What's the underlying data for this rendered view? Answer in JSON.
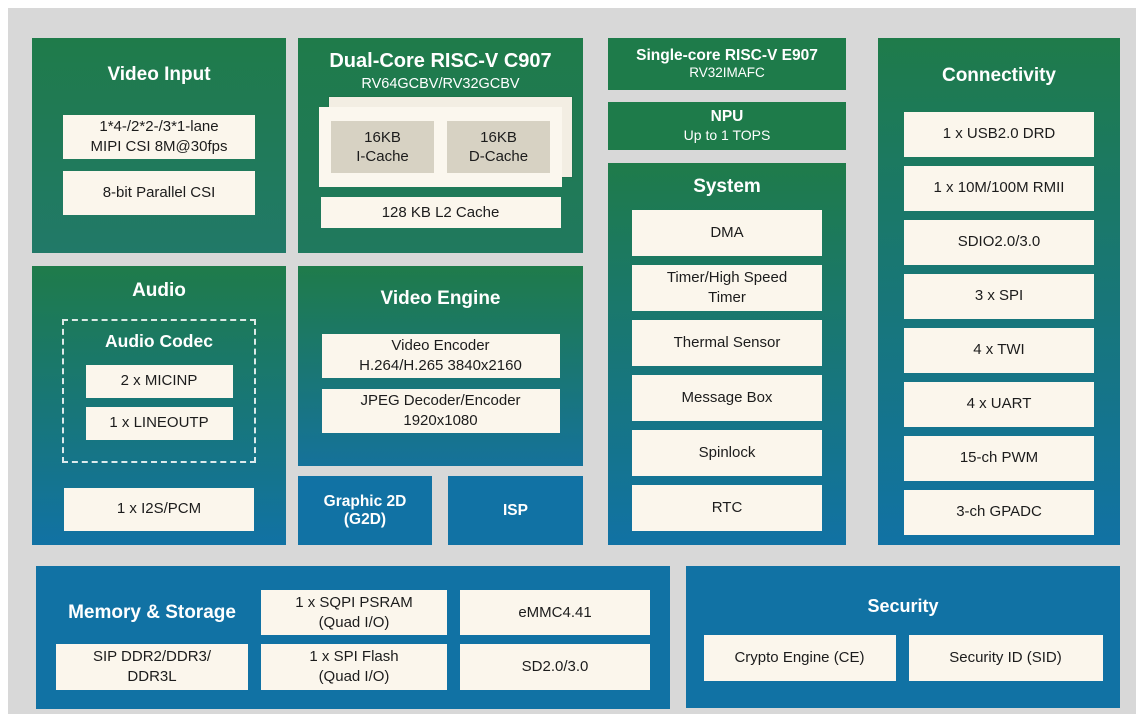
{
  "colors": {
    "page_background": "#d8d8d8",
    "green": "#1e7b4a",
    "blue": "#1172a4",
    "teal_end": "#217968",
    "box_cream": "#fbf6ec",
    "cache_gray": "#d7d2c3",
    "text_dark": "#1c1c1c"
  },
  "blocks": {
    "video_input": {
      "title": "Video Input",
      "items": [
        "1*4-/2*2-/3*1-lane\nMIPI CSI 8M@30fps",
        "8-bit Parallel CSI"
      ]
    },
    "audio": {
      "title": "Audio",
      "codec": {
        "title": "Audio Codec",
        "items": [
          "2 x MICINP",
          "1 x LINEOUTP"
        ]
      },
      "items": [
        "1 x I2S/PCM"
      ]
    },
    "cpu_main": {
      "title": "Dual-Core RISC-V C907",
      "subtitle": "RV64GCBV/RV32GCBV",
      "caches": [
        "16KB\nI-Cache",
        "16KB\nD-Cache"
      ],
      "l2": "128 KB L2 Cache"
    },
    "video_engine": {
      "title": "Video Engine",
      "items": [
        "Video Encoder\nH.264/H.265 3840x2160",
        "JPEG Decoder/Encoder\n1920x1080"
      ]
    },
    "g2d": {
      "title": "Graphic 2D\n(G2D)"
    },
    "isp": {
      "title": "ISP"
    },
    "cpu_rt": {
      "title": "Single-core RISC-V E907",
      "subtitle": "RV32IMAFC"
    },
    "npu": {
      "title": "NPU",
      "subtitle": "Up to 1 TOPS"
    },
    "system": {
      "title": "System",
      "items": [
        "DMA",
        "Timer/High Speed\nTimer",
        "Thermal Sensor",
        "Message Box",
        "Spinlock",
        "RTC"
      ]
    },
    "connectivity": {
      "title": "Connectivity",
      "items": [
        "1 x USB2.0 DRD",
        "1 x 10M/100M RMII",
        "SDIO2.0/3.0",
        "3 x SPI",
        "4 x TWI",
        "4 x UART",
        "15-ch PWM",
        "3-ch GPADC"
      ]
    },
    "memory": {
      "title": "Memory & Storage",
      "items": [
        "1 x SQPI PSRAM\n(Quad I/O)",
        "eMMC4.41",
        "SIP DDR2/DDR3/\nDDR3L",
        "1 x SPI Flash\n(Quad I/O)",
        "SD2.0/3.0"
      ]
    },
    "security": {
      "title": "Security",
      "items": [
        "Crypto Engine (CE)",
        "Security ID (SID)"
      ]
    }
  }
}
